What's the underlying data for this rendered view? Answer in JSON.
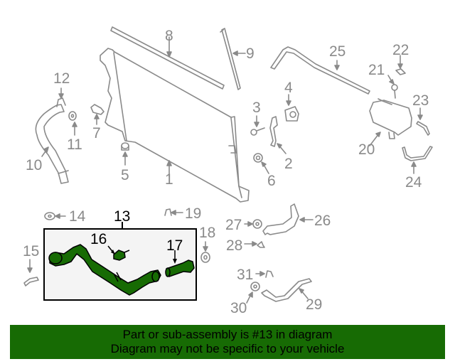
{
  "diagram": {
    "highlighted_part": "13",
    "colors": {
      "line_gray": "#8a8a8a",
      "highlight_green": "#176b04",
      "box_fill": "#f4f4f4",
      "box_border": "#000000"
    },
    "callouts": [
      {
        "id": "1",
        "label": "1"
      },
      {
        "id": "2",
        "label": "2"
      },
      {
        "id": "3",
        "label": "3"
      },
      {
        "id": "4",
        "label": "4"
      },
      {
        "id": "5",
        "label": "5"
      },
      {
        "id": "6",
        "label": "6"
      },
      {
        "id": "7",
        "label": "7"
      },
      {
        "id": "8",
        "label": "8"
      },
      {
        "id": "9",
        "label": "9"
      },
      {
        "id": "10",
        "label": "10"
      },
      {
        "id": "11",
        "label": "11"
      },
      {
        "id": "12",
        "label": "12"
      },
      {
        "id": "13",
        "label": "13"
      },
      {
        "id": "14",
        "label": "14"
      },
      {
        "id": "15",
        "label": "15"
      },
      {
        "id": "16",
        "label": "16"
      },
      {
        "id": "17",
        "label": "17"
      },
      {
        "id": "18",
        "label": "18"
      },
      {
        "id": "19",
        "label": "19"
      },
      {
        "id": "20",
        "label": "20"
      },
      {
        "id": "21",
        "label": "21"
      },
      {
        "id": "22",
        "label": "22"
      },
      {
        "id": "23",
        "label": "23"
      },
      {
        "id": "24",
        "label": "24"
      },
      {
        "id": "25",
        "label": "25"
      },
      {
        "id": "26",
        "label": "26"
      },
      {
        "id": "27",
        "label": "27"
      },
      {
        "id": "28",
        "label": "28"
      },
      {
        "id": "29",
        "label": "29"
      },
      {
        "id": "30",
        "label": "30"
      },
      {
        "id": "31",
        "label": "31"
      }
    ]
  },
  "banner": {
    "line1": "Part or sub-assembly is #13 in diagram",
    "line2": "Diagram may not be specific to your vehicle",
    "background": "#176b04"
  }
}
